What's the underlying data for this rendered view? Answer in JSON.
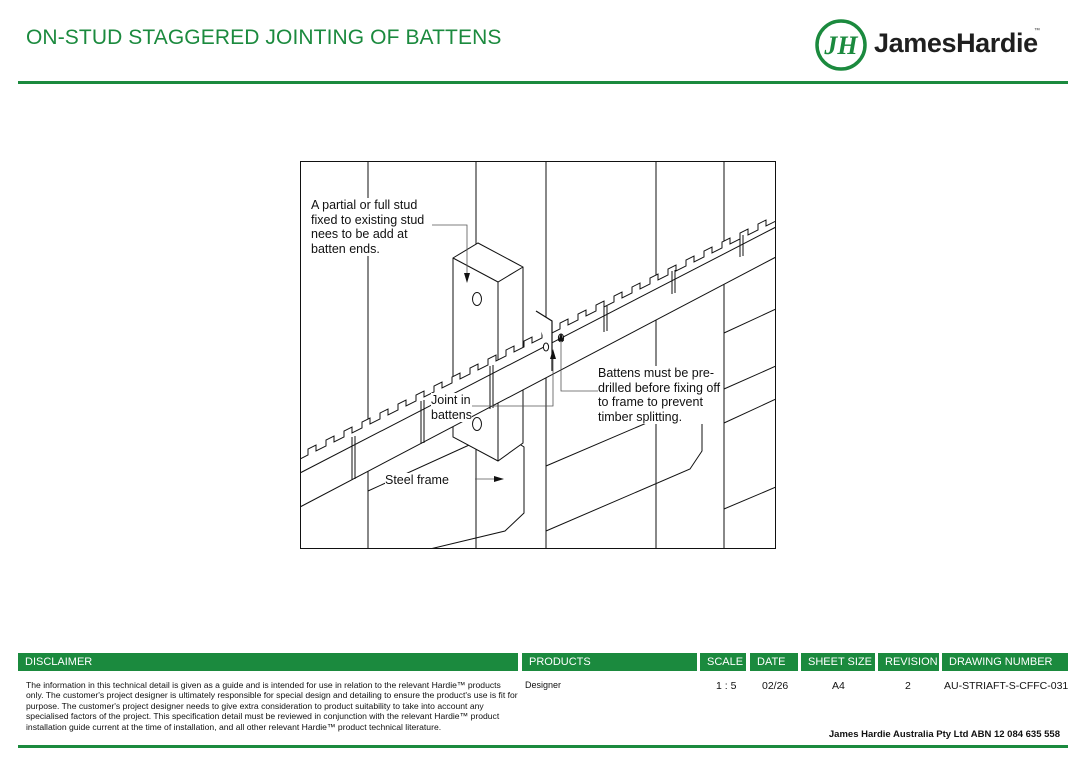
{
  "header": {
    "title": "ON-STUD STAGGERED JOINTING OF BATTENS",
    "brand_name": "JamesHardie",
    "brand_tm": "™",
    "logo_monogram": "JH"
  },
  "drawing": {
    "callout_partial_stud": "A partial or full stud\nfixed to existing stud\nnees to be add at\nbatten ends.",
    "callout_joint": "Joint in\nbattens",
    "callout_predrill": "Battens must be pre-\ndrilled before fixing off\nto frame to prevent\ntimber splitting.",
    "callout_steel_frame": "Steel frame"
  },
  "title_block": {
    "disclaimer_label": "DISCLAIMER",
    "disclaimer_text": "The information in this technical detail is given as a guide and is intended for use in relation to the relevant Hardie™ products only. The customer's project designer is ultimately responsible for special design and detailing to ensure the product's use is fit for purpose. The customer's project designer needs to give extra consideration to product suitability to take into account any specialised factors of the project. This specification detail must be reviewed in conjunction with the relevant Hardie™ product installation guide current at the time of installation, and all other relevant Hardie™ product technical literature.",
    "products_label": "PRODUCTS",
    "products_value": "Designer",
    "scale_label": "SCALE",
    "scale_value": "1 : 5",
    "date_label": "DATE",
    "date_value": "02/26",
    "sheet_size_label": "SHEET SIZE",
    "sheet_size_value": "A4",
    "revision_label": "REVISION",
    "revision_value": "2",
    "drawing_number_label": "DRAWING NUMBER",
    "drawing_number_value": "AU-STRIAFT-S-CFFC-031"
  },
  "footer": {
    "company": "James Hardie Australia Pty Ltd ABN 12 084 635 558"
  },
  "colors": {
    "brand_green": "#1b8a3e",
    "line": "#111111"
  },
  "icons": {
    "logo": "jh-monogram-icon",
    "pointer": "arrowhead-icon"
  }
}
